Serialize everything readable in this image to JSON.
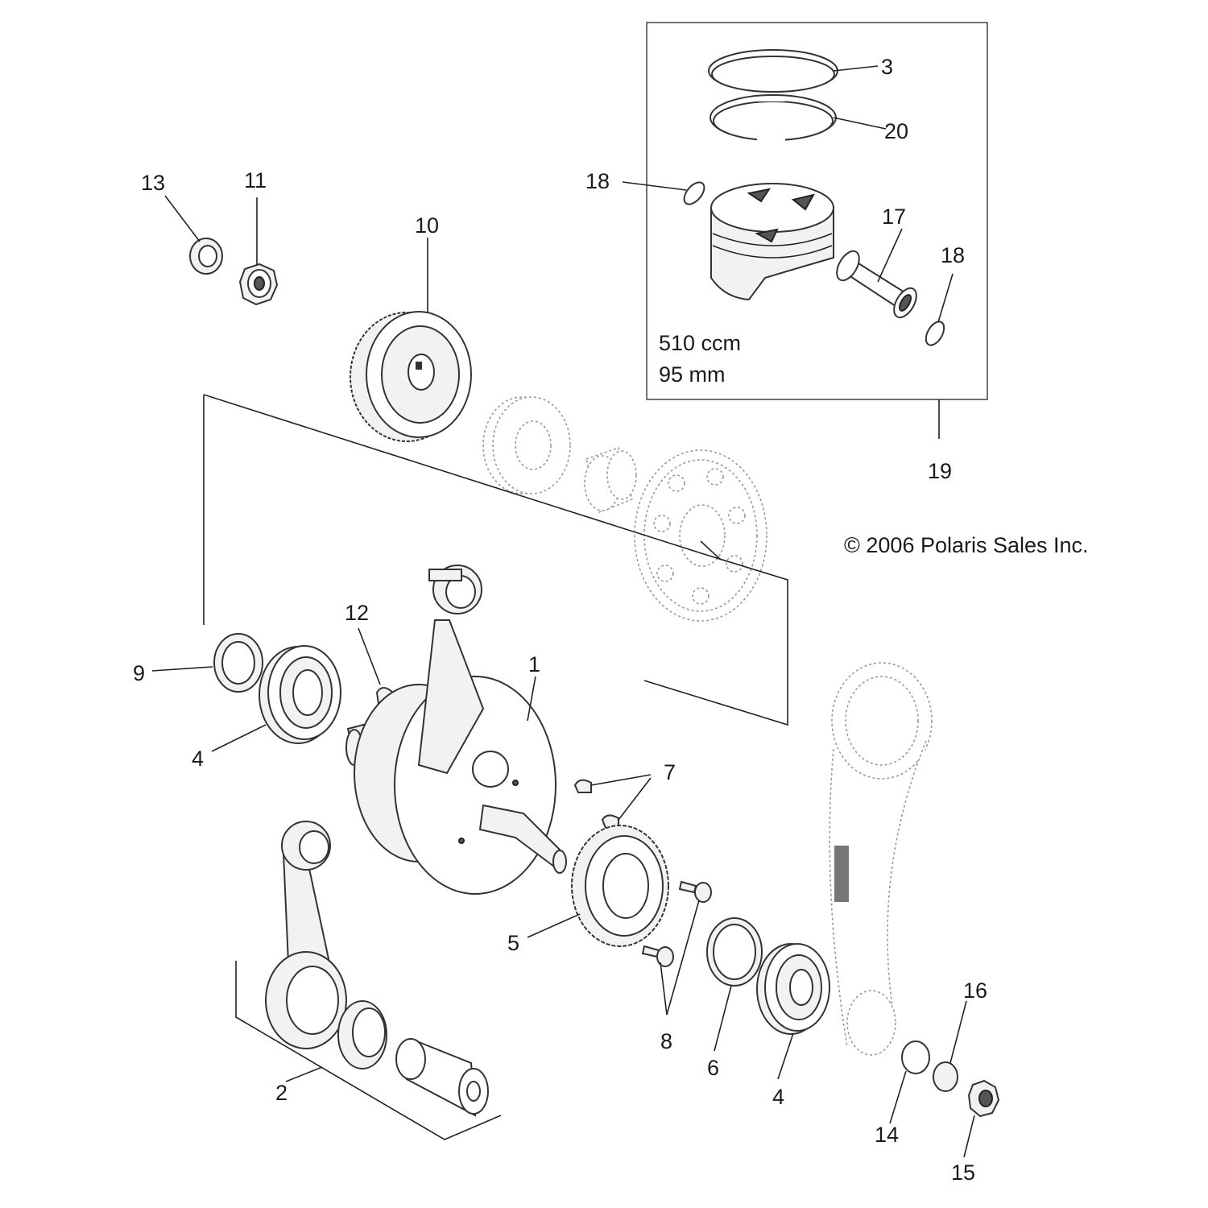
{
  "diagram": {
    "callouts": [
      "1",
      "2",
      "3",
      "4",
      "4",
      "5",
      "6",
      "7",
      "8",
      "9",
      "10",
      "11",
      "12",
      "13",
      "14",
      "15",
      "16",
      "17",
      "18",
      "18",
      "19",
      "20"
    ],
    "kit_box": {
      "displacement": "510 ccm",
      "bore": "95 mm"
    },
    "copyright": "© 2006 Polaris Sales Inc."
  }
}
